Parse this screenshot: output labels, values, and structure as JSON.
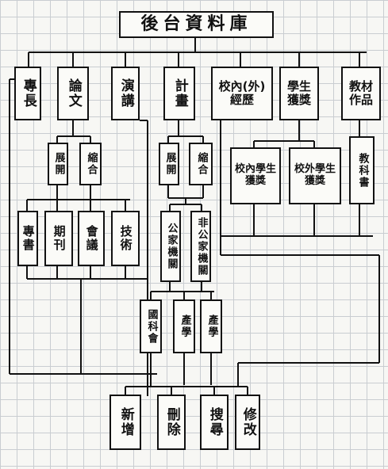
{
  "title": "後台資料庫",
  "top_categories": [
    "專長",
    "論文",
    "演講",
    "計畫",
    "校內(外)\n經歷",
    "學生\n獲獎",
    "教材\n作品"
  ],
  "paper_types": [
    "展開",
    "縮合"
  ],
  "paper_subtypes": [
    "專書",
    "期刊",
    "會議",
    "技術"
  ],
  "project_types": [
    "展開",
    "縮合"
  ],
  "project_funding": [
    "公家機關",
    "非公家機關"
  ],
  "project_subtypes": [
    "國科會",
    "產學",
    "產學"
  ],
  "award_types": [
    "校內學生獲獎",
    "校外學生獲獎"
  ],
  "material_types": [
    "教科書"
  ],
  "operations": [
    "新增",
    "刪除",
    "搜尋",
    "修改"
  ]
}
